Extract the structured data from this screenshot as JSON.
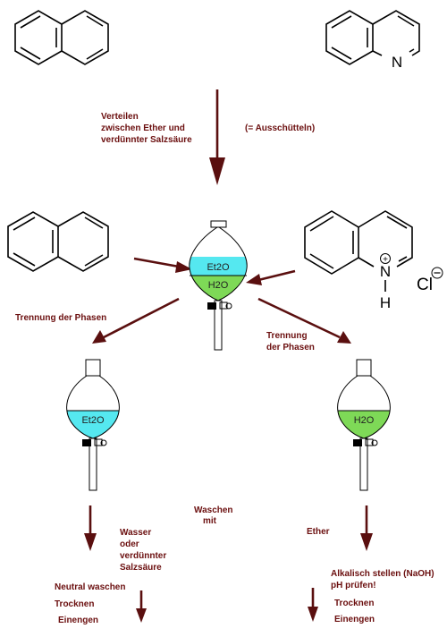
{
  "top": {
    "left_molecule": "naphthalene-structure",
    "right_molecule": "quinoline-structure",
    "quinoline_atom": "N",
    "step_label": [
      "Verteilen",
      "zwischen Ether und",
      "verdünnter Salzsäure"
    ],
    "step_note": "(= Ausschütteln)"
  },
  "middle": {
    "quinolinium_atom": "N",
    "quinolinium_h": "H",
    "plus_sign": "+",
    "counter_ion": "Cl",
    "minus_sign": "−",
    "ether_phase": "Et2O",
    "water_phase": "H2O"
  },
  "separation": {
    "left_label": "Trennung der Phasen",
    "right_label": [
      "Trennung",
      "der Phasen"
    ]
  },
  "left_branch": {
    "phase": "Et2O",
    "wash_with": [
      "Wasser",
      "oder",
      "verdünnter",
      "Salzsäure"
    ],
    "steps": [
      "Neutral waschen",
      "Trocknen",
      "Einengen"
    ]
  },
  "center_label": [
    "Waschen",
    "mit"
  ],
  "right_branch": {
    "phase": "H2O",
    "wash_with": "Ether",
    "steps": [
      "Alkalisch stellen (NaOH)",
      "pH prüfen!",
      "Trocknen",
      "Einengen"
    ]
  },
  "colors": {
    "arrow": "#5a0f0f",
    "label": "#6b0f0f",
    "ether": "#55e8f0",
    "water": "#7ed957"
  }
}
